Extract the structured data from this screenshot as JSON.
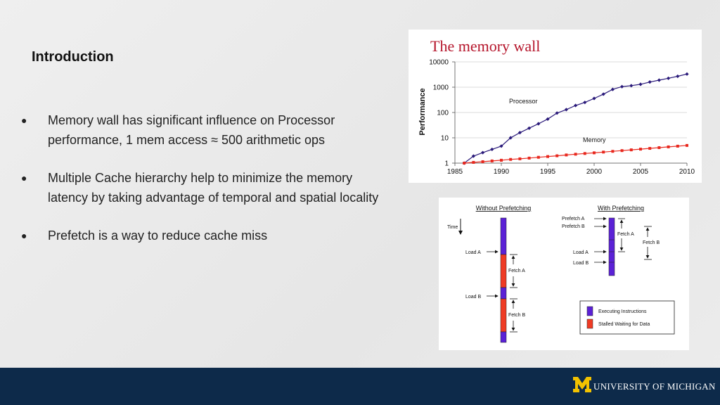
{
  "slide": {
    "title": "Introduction",
    "bullets": [
      {
        "text": "Memory wall has significant influence on Processor performance, 1 mem access ≈ 500 arithmetic ops"
      },
      {
        "text": "Multiple Cache hierarchy help to minimize the memory latency by taking advantage of temporal and spatial locality"
      },
      {
        "text": "Prefetch is a way to reduce cache miss"
      }
    ],
    "bullet_glyph": "●"
  },
  "chart_data": {
    "type": "line",
    "title": "The memory wall",
    "ylabel": "Performance",
    "xlabel": "",
    "yscale": "log",
    "xlim": [
      1985,
      2010
    ],
    "ylim": [
      1,
      10000
    ],
    "xticks": [
      "1985",
      "1990",
      "1995",
      "2000",
      "2005",
      "2010"
    ],
    "yticks": [
      "1",
      "10",
      "100",
      "1000",
      "10000"
    ],
    "grid": "horizontal",
    "series": [
      {
        "name": "Processor",
        "color": "#2a1a7a",
        "x": [
          1986,
          1987,
          1988,
          1989,
          1990,
          1991,
          1992,
          1993,
          1994,
          1995,
          1996,
          1997,
          1998,
          1999,
          2000,
          2001,
          2002,
          2003,
          2004,
          2005,
          2006,
          2007,
          2008,
          2009,
          2010
        ],
        "values": [
          1,
          1.9,
          2.6,
          3.5,
          4.7,
          10,
          16,
          24,
          36,
          55,
          95,
          130,
          190,
          250,
          360,
          530,
          820,
          1050,
          1150,
          1300,
          1600,
          1900,
          2250,
          2700,
          3300
        ]
      },
      {
        "name": "Memory",
        "color": "#e8281e",
        "x": [
          1986,
          1987,
          1988,
          1989,
          1990,
          1991,
          1992,
          1993,
          1994,
          1995,
          1996,
          1997,
          1998,
          1999,
          2000,
          2001,
          2002,
          2003,
          2004,
          2005,
          2006,
          2007,
          2008,
          2009,
          2010
        ],
        "values": [
          1,
          1.07,
          1.14,
          1.22,
          1.3,
          1.4,
          1.48,
          1.58,
          1.7,
          1.82,
          1.95,
          2.1,
          2.25,
          2.4,
          2.55,
          2.73,
          2.92,
          3.12,
          3.34,
          3.57,
          3.82,
          4.09,
          4.38,
          4.68,
          5
        ]
      }
    ]
  },
  "diagram": {
    "without_title": "Without Prefetching",
    "with_title": "With Prefetching",
    "time_label": "Time",
    "load_a": "Load A",
    "load_b": "Load B",
    "fetch_a": "Fetch A",
    "fetch_b": "Fetch B",
    "prefetch_a": "Prefetch A",
    "prefetch_b": "Prefetch B",
    "legend_exec": "Executing Instructions",
    "legend_stall": "Stalled Waiting for Data",
    "exec_color": "#5b21d6",
    "stall_color": "#ef3b24"
  },
  "footer": {
    "university": "UNIVERSITY OF MICHIGAN",
    "bg_color": "#0d2a4a",
    "logo_color": "#f2c200"
  }
}
